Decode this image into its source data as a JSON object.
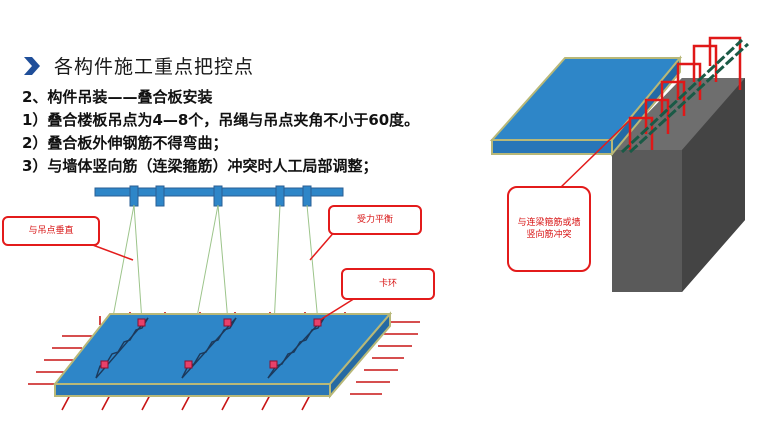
{
  "heading": {
    "icon": "chevron-right-icon",
    "title": "各构件施工重点把控点"
  },
  "section": {
    "subtitle": "2、构件吊装——叠合板安装",
    "points": [
      "1）叠合楼板吊点为4—8个，吊绳与吊点夹角不小于60度。",
      "2）叠合板外伸钢筋不得弯曲；",
      "3）与墙体竖向筋（连梁箍筋）冲突时人工局部调整；"
    ]
  },
  "left_diagram": {
    "callouts": {
      "vertical": "与吊点垂直",
      "balance": "受力平衡",
      "shackle": "卡环"
    }
  },
  "right_diagram": {
    "callout": "与连梁箍筋或墙竖向筋冲突"
  },
  "colors": {
    "slab_top": "#2e86c8",
    "slab_edge": "#b8b878",
    "rebar": "#d01818",
    "callout_border": "#e31b1b",
    "wall": "#555555",
    "accent_arrow": "#1f4e99"
  }
}
